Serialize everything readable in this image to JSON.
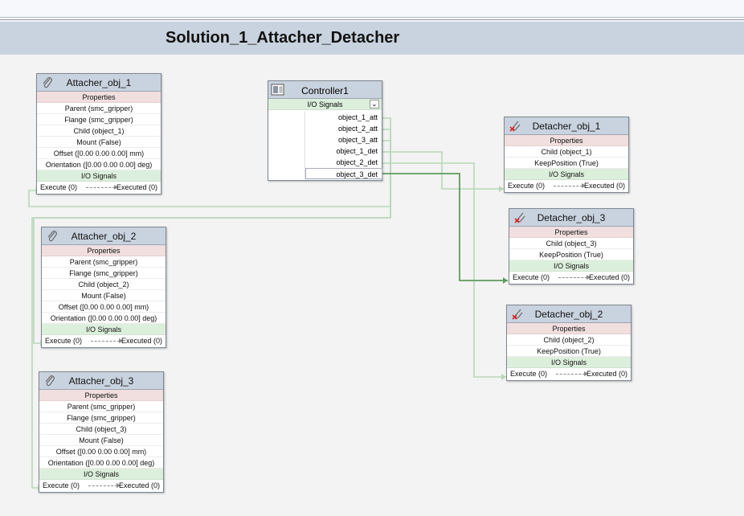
{
  "header": {
    "title": "Solution_1_Attacher_Detacher"
  },
  "controller": {
    "title": "Controller1",
    "io_label": "I/O Signals",
    "signals": [
      "object_1_att",
      "object_2_att",
      "object_3_att",
      "object_1_det",
      "object_2_det",
      "object_3_det"
    ]
  },
  "attachers": [
    {
      "title": "Attacher_obj_1",
      "properties_label": "Properties",
      "props": [
        "Parent (smc_gripper)",
        "Flange (smc_gripper)",
        "Child (object_1)",
        "Mount (False)",
        "Offset ([0.00 0.00 0.00] mm)",
        "Orientation ([0.00 0.00 0.00] deg)"
      ],
      "io_label": "I/O Signals",
      "execute": "Execute (0)",
      "executed": "Executed (0)"
    },
    {
      "title": "Attacher_obj_2",
      "properties_label": "Properties",
      "props": [
        "Parent (smc_gripper)",
        "Flange (smc_gripper)",
        "Child (object_2)",
        "Mount (False)",
        "Offset ([0.00 0.00 0.00] mm)",
        "Orientation ([0.00 0.00 0.00] deg)"
      ],
      "io_label": "I/O Signals",
      "execute": "Execute (0)",
      "executed": "Executed (0)"
    },
    {
      "title": "Attacher_obj_3",
      "properties_label": "Properties",
      "props": [
        "Parent (smc_gripper)",
        "Flange (smc_gripper)",
        "Child (object_3)",
        "Mount (False)",
        "Offset ([0.00 0.00 0.00] mm)",
        "Orientation ([0.00 0.00 0.00] deg)"
      ],
      "io_label": "I/O Signals",
      "execute": "Execute (0)",
      "executed": "Executed (0)"
    }
  ],
  "detachers": [
    {
      "title": "Detacher_obj_1",
      "properties_label": "Properties",
      "props": [
        "Child (object_1)",
        "KeepPosition (True)"
      ],
      "io_label": "I/O Signals",
      "execute": "Execute (0)",
      "executed": "Executed (0)"
    },
    {
      "title": "Detacher_obj_3",
      "properties_label": "Properties",
      "props": [
        "Child (object_3)",
        "KeepPosition (True)"
      ],
      "io_label": "I/O Signals",
      "execute": "Execute (0)",
      "executed": "Executed (0)"
    },
    {
      "title": "Detacher_obj_2",
      "properties_label": "Properties",
      "props": [
        "Child (object_2)",
        "KeepPosition (True)"
      ],
      "io_label": "I/O Signals",
      "execute": "Execute (0)",
      "executed": "Executed (0)"
    }
  ],
  "colors": {
    "wire": "#b9d6b9",
    "wire_active": "#5f9a5f",
    "header": "#c9d3df",
    "properties_bg": "#f1dede",
    "io_bg": "#dcefdc"
  }
}
